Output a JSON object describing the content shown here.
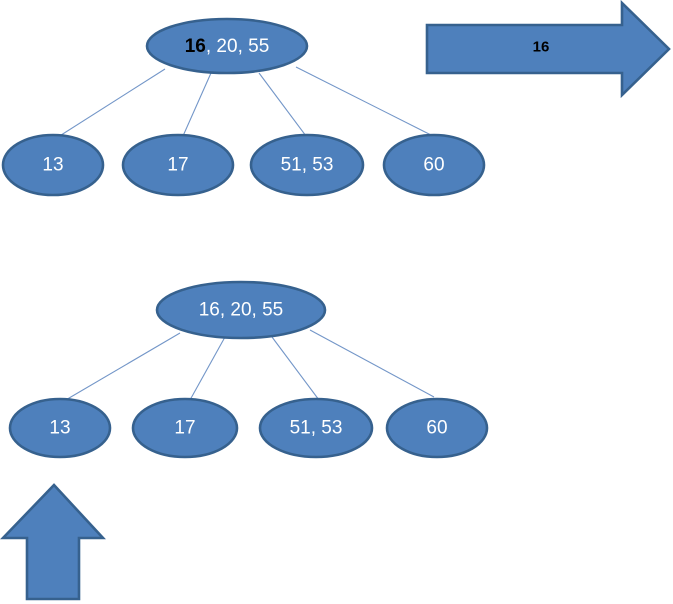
{
  "diagram": {
    "description": "2-3-4 tree split illustration: same tree shown before and after, with a right transition arrow labeled with the promoted key and an up arrow pointing at the leftmost leaf",
    "colors": {
      "node_fill": "#4E80BC",
      "node_border": "#36618E",
      "connector": "#7396C8",
      "node_text": "#ffffff",
      "highlight_text": "#000000",
      "background": "#ffffff"
    },
    "top_tree": {
      "root": {
        "key_highlight": "16",
        "rest": ", 20, 55"
      },
      "children": [
        "13",
        "17",
        "51, 53",
        "60"
      ]
    },
    "transition_arrow": {
      "label": "16",
      "direction": "right"
    },
    "bottom_tree": {
      "root": {
        "label": "16, 20, 55"
      },
      "children": [
        "13",
        "17",
        "51, 53",
        "60"
      ]
    },
    "up_arrow": {
      "direction": "up"
    }
  }
}
